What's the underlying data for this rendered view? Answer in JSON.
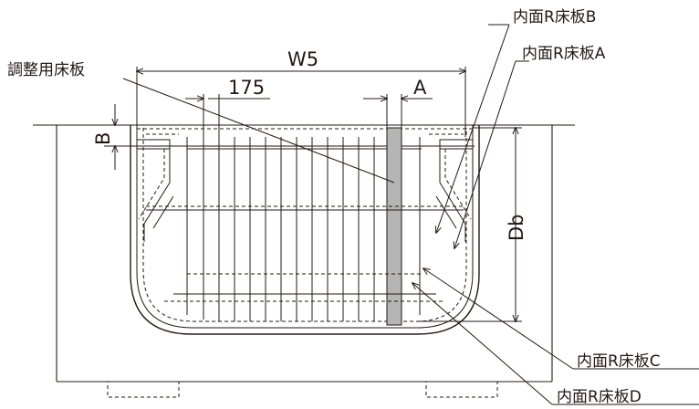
{
  "labels": {
    "adjust_board": "調整用床板",
    "inner_r_board_b": "内面R床板B",
    "inner_r_board_a": "内面R床板A",
    "inner_r_board_c": "内面R床板C",
    "inner_r_board_d": "内面R床板D"
  },
  "dimensions": {
    "width": "W5",
    "pitch": "175",
    "gap": "A",
    "depth": "Db",
    "top_margin": "B"
  },
  "colors": {
    "line": "#231815",
    "highlight_board": "#b5b5b6",
    "background": "#ffffff"
  }
}
